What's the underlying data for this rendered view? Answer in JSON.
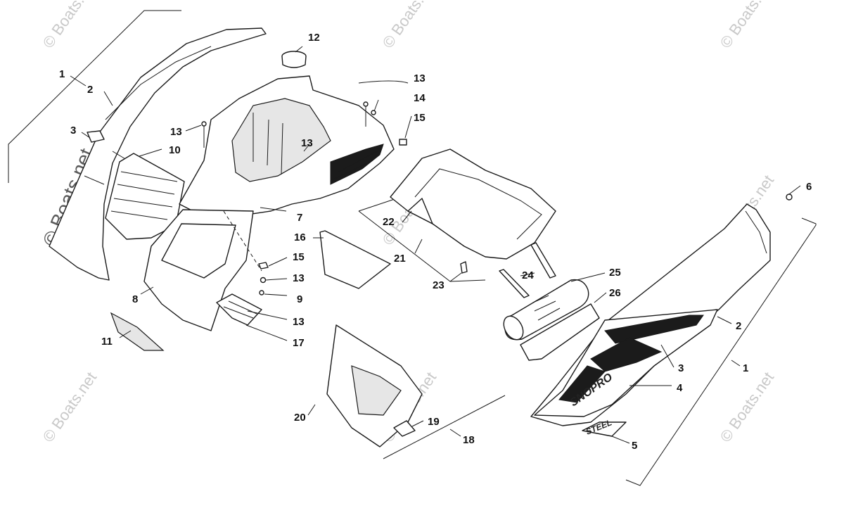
{
  "watermarks": [
    "© Boats.net",
    "© Boats.net",
    "© Boats.net",
    "© Boats.net",
    "© Boats.net",
    "© Boats.net",
    "© Boats.net",
    "© Boats.net",
    "© Boats.net"
  ],
  "callouts": {
    "c1_left": "1",
    "c2_left": "2",
    "c3_left": "3",
    "c10": "10",
    "c13_a": "13",
    "c12": "12",
    "c13_b": "13",
    "c13_c": "13",
    "c14": "14",
    "c15_a": "15",
    "c7": "7",
    "c8": "8",
    "c11": "11",
    "c15_b": "15",
    "c13_d": "13",
    "c9": "9",
    "c13_e": "13",
    "c17": "17",
    "c16": "16",
    "c22": "22",
    "c21": "21",
    "c23": "23",
    "c24": "24",
    "c25": "25",
    "c26": "26",
    "c6": "6",
    "c2_right": "2",
    "c1_right": "1",
    "c3_right": "3",
    "c4": "4",
    "c5": "5",
    "c20": "20",
    "c19": "19",
    "c18": "18"
  },
  "decals": {
    "snopro": "SNOPRO",
    "steel": "STEEL"
  }
}
